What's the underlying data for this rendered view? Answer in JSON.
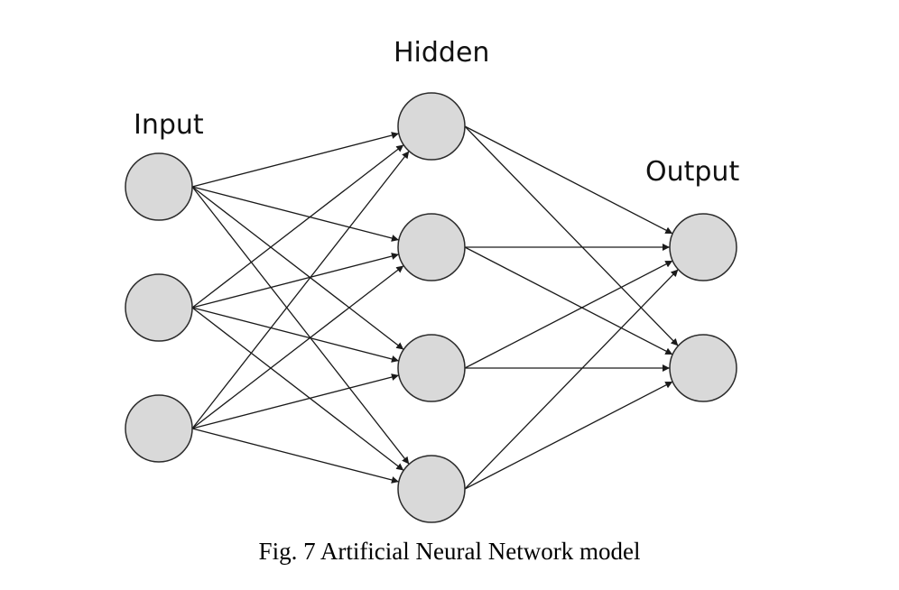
{
  "diagram": {
    "caption": "Fig. 7 Artificial Neural Network model",
    "layers": [
      {
        "id": "input",
        "label": "Input",
        "nodes": 3
      },
      {
        "id": "hidden",
        "label": "Hidden",
        "nodes": 4
      },
      {
        "id": "output",
        "label": "Output",
        "nodes": 2
      }
    ],
    "connections": "fully-connected",
    "colors": {
      "node_fill": "#d9d9d9",
      "node_stroke": "#2b2b2b",
      "edge": "#1a1a1a"
    }
  }
}
